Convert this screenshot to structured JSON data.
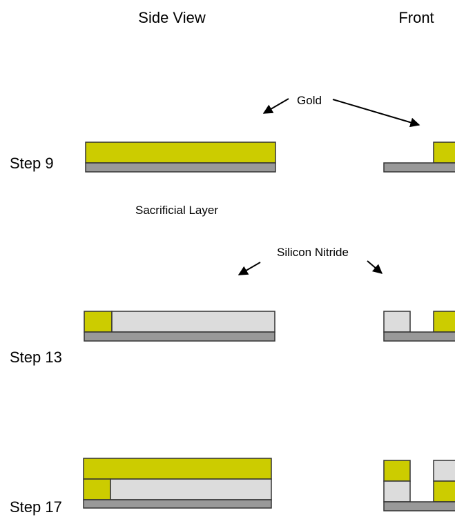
{
  "headers": {
    "side_view": "Side View",
    "front": "Front"
  },
  "labels": {
    "gold": "Gold",
    "sacrificial_layer": "Sacrificial Layer",
    "silicon_nitride": "Silicon Nitride"
  },
  "steps": [
    {
      "label": "Step 9"
    },
    {
      "label": "Step 13"
    },
    {
      "label": "Step 17"
    }
  ],
  "colors": {
    "gold": "#CCCC00",
    "sacrificial": "#DCDCDC",
    "substrate": "#999999",
    "outline": "#333333"
  }
}
